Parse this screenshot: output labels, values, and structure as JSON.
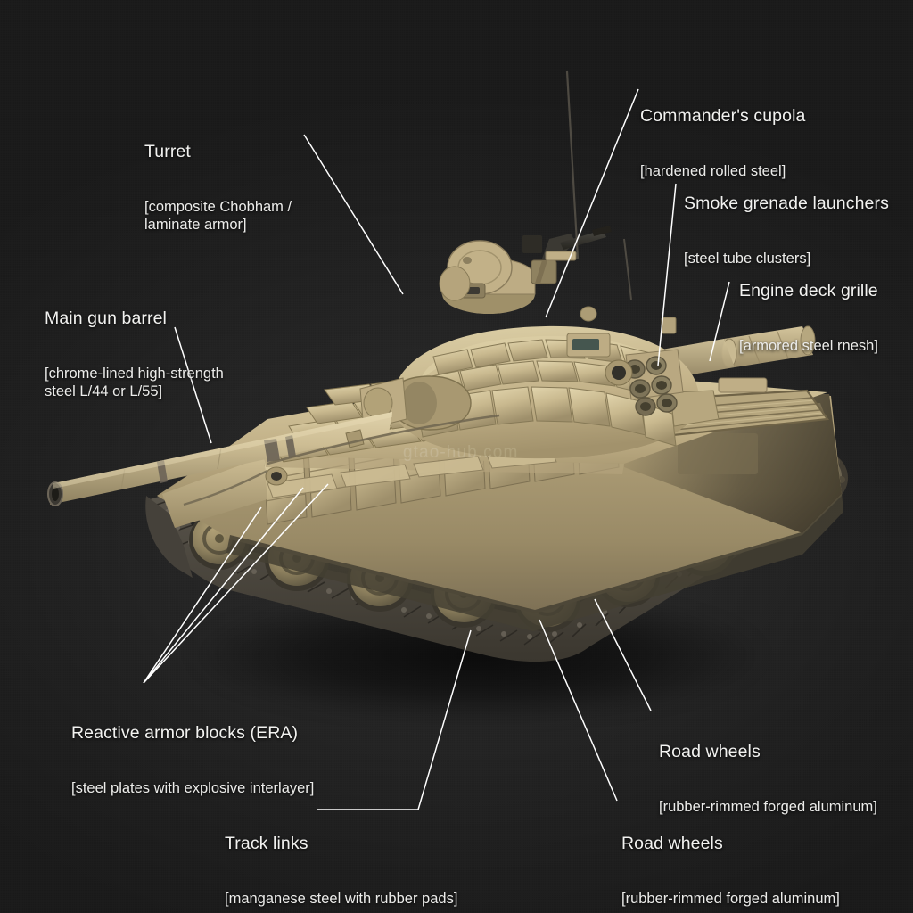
{
  "scene": {
    "subject": "main-battle-tank",
    "background_color": "#232323",
    "line_color": "#ffffff",
    "label_color": "#f2f2f0",
    "hull_color": "#c6b68c",
    "track_color": "#55504a",
    "watermark": "gtao-hub.com"
  },
  "annotations": [
    {
      "id": "turret",
      "title": "Turret",
      "spec": "[composite Chobham /\nlaminate armor]"
    },
    {
      "id": "commanders-cupola",
      "title": "Commander's cupola",
      "spec": "[hardened rolled steel]"
    },
    {
      "id": "smoke-grenade-launchers",
      "title": "Smoke grenade launchers",
      "spec": "[steel tube clusters]"
    },
    {
      "id": "engine-deck-grille",
      "title": "Engine deck grille",
      "spec": "[armored steel rnesh]"
    },
    {
      "id": "main-gun-barrel",
      "title": "Main gun barrel",
      "spec": "[chrome-lined high-strength\nsteel L/44 or L/55]"
    },
    {
      "id": "reactive-armor-blocks",
      "title": "Reactive armor blocks (ERA)",
      "spec": "[steel plates with explosive interlayer]"
    },
    {
      "id": "track-links",
      "title": "Track links",
      "spec": "[manganese steel with rubber pads]"
    },
    {
      "id": "road-wheels-rear",
      "title": "Road wheels",
      "spec": "[rubber-rimmed forged aluminum]"
    },
    {
      "id": "road-wheels-front",
      "title": "Road wheels",
      "spec": "[rubber-rimmed forged aluminum]"
    }
  ]
}
